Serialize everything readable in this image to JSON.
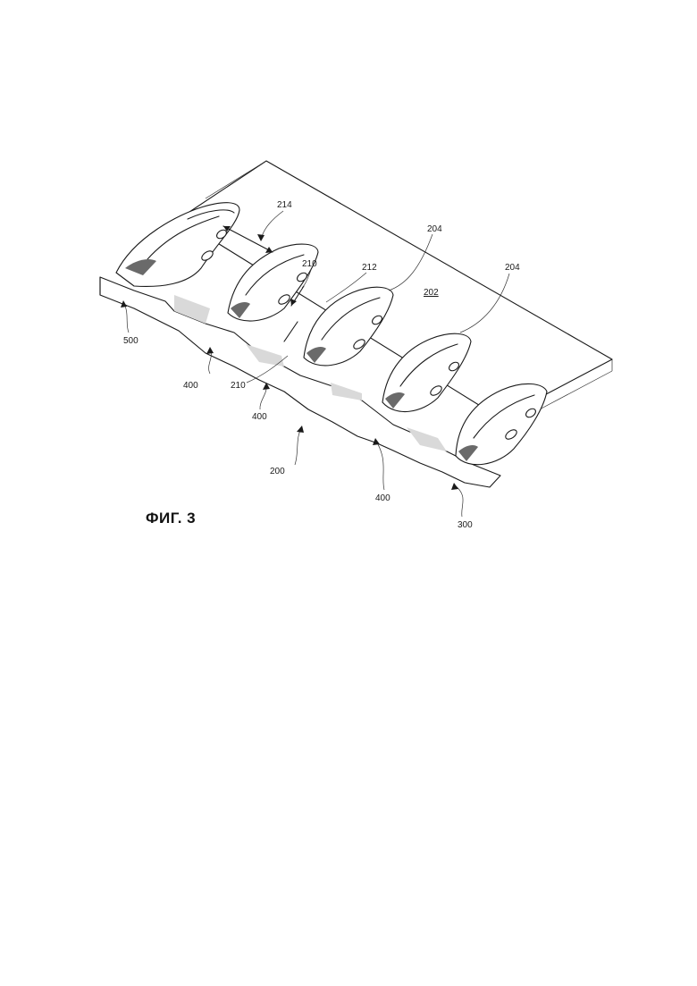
{
  "figure": {
    "caption": "ФИГ. 3"
  },
  "labels": {
    "l214": "214",
    "l204a": "204",
    "l204b": "204",
    "l210a": "210",
    "l212": "212",
    "l202": "202",
    "l500": "500",
    "l400a": "400",
    "l210b": "210",
    "l400b": "400",
    "l200": "200",
    "l400c": "400",
    "l300": "300"
  }
}
